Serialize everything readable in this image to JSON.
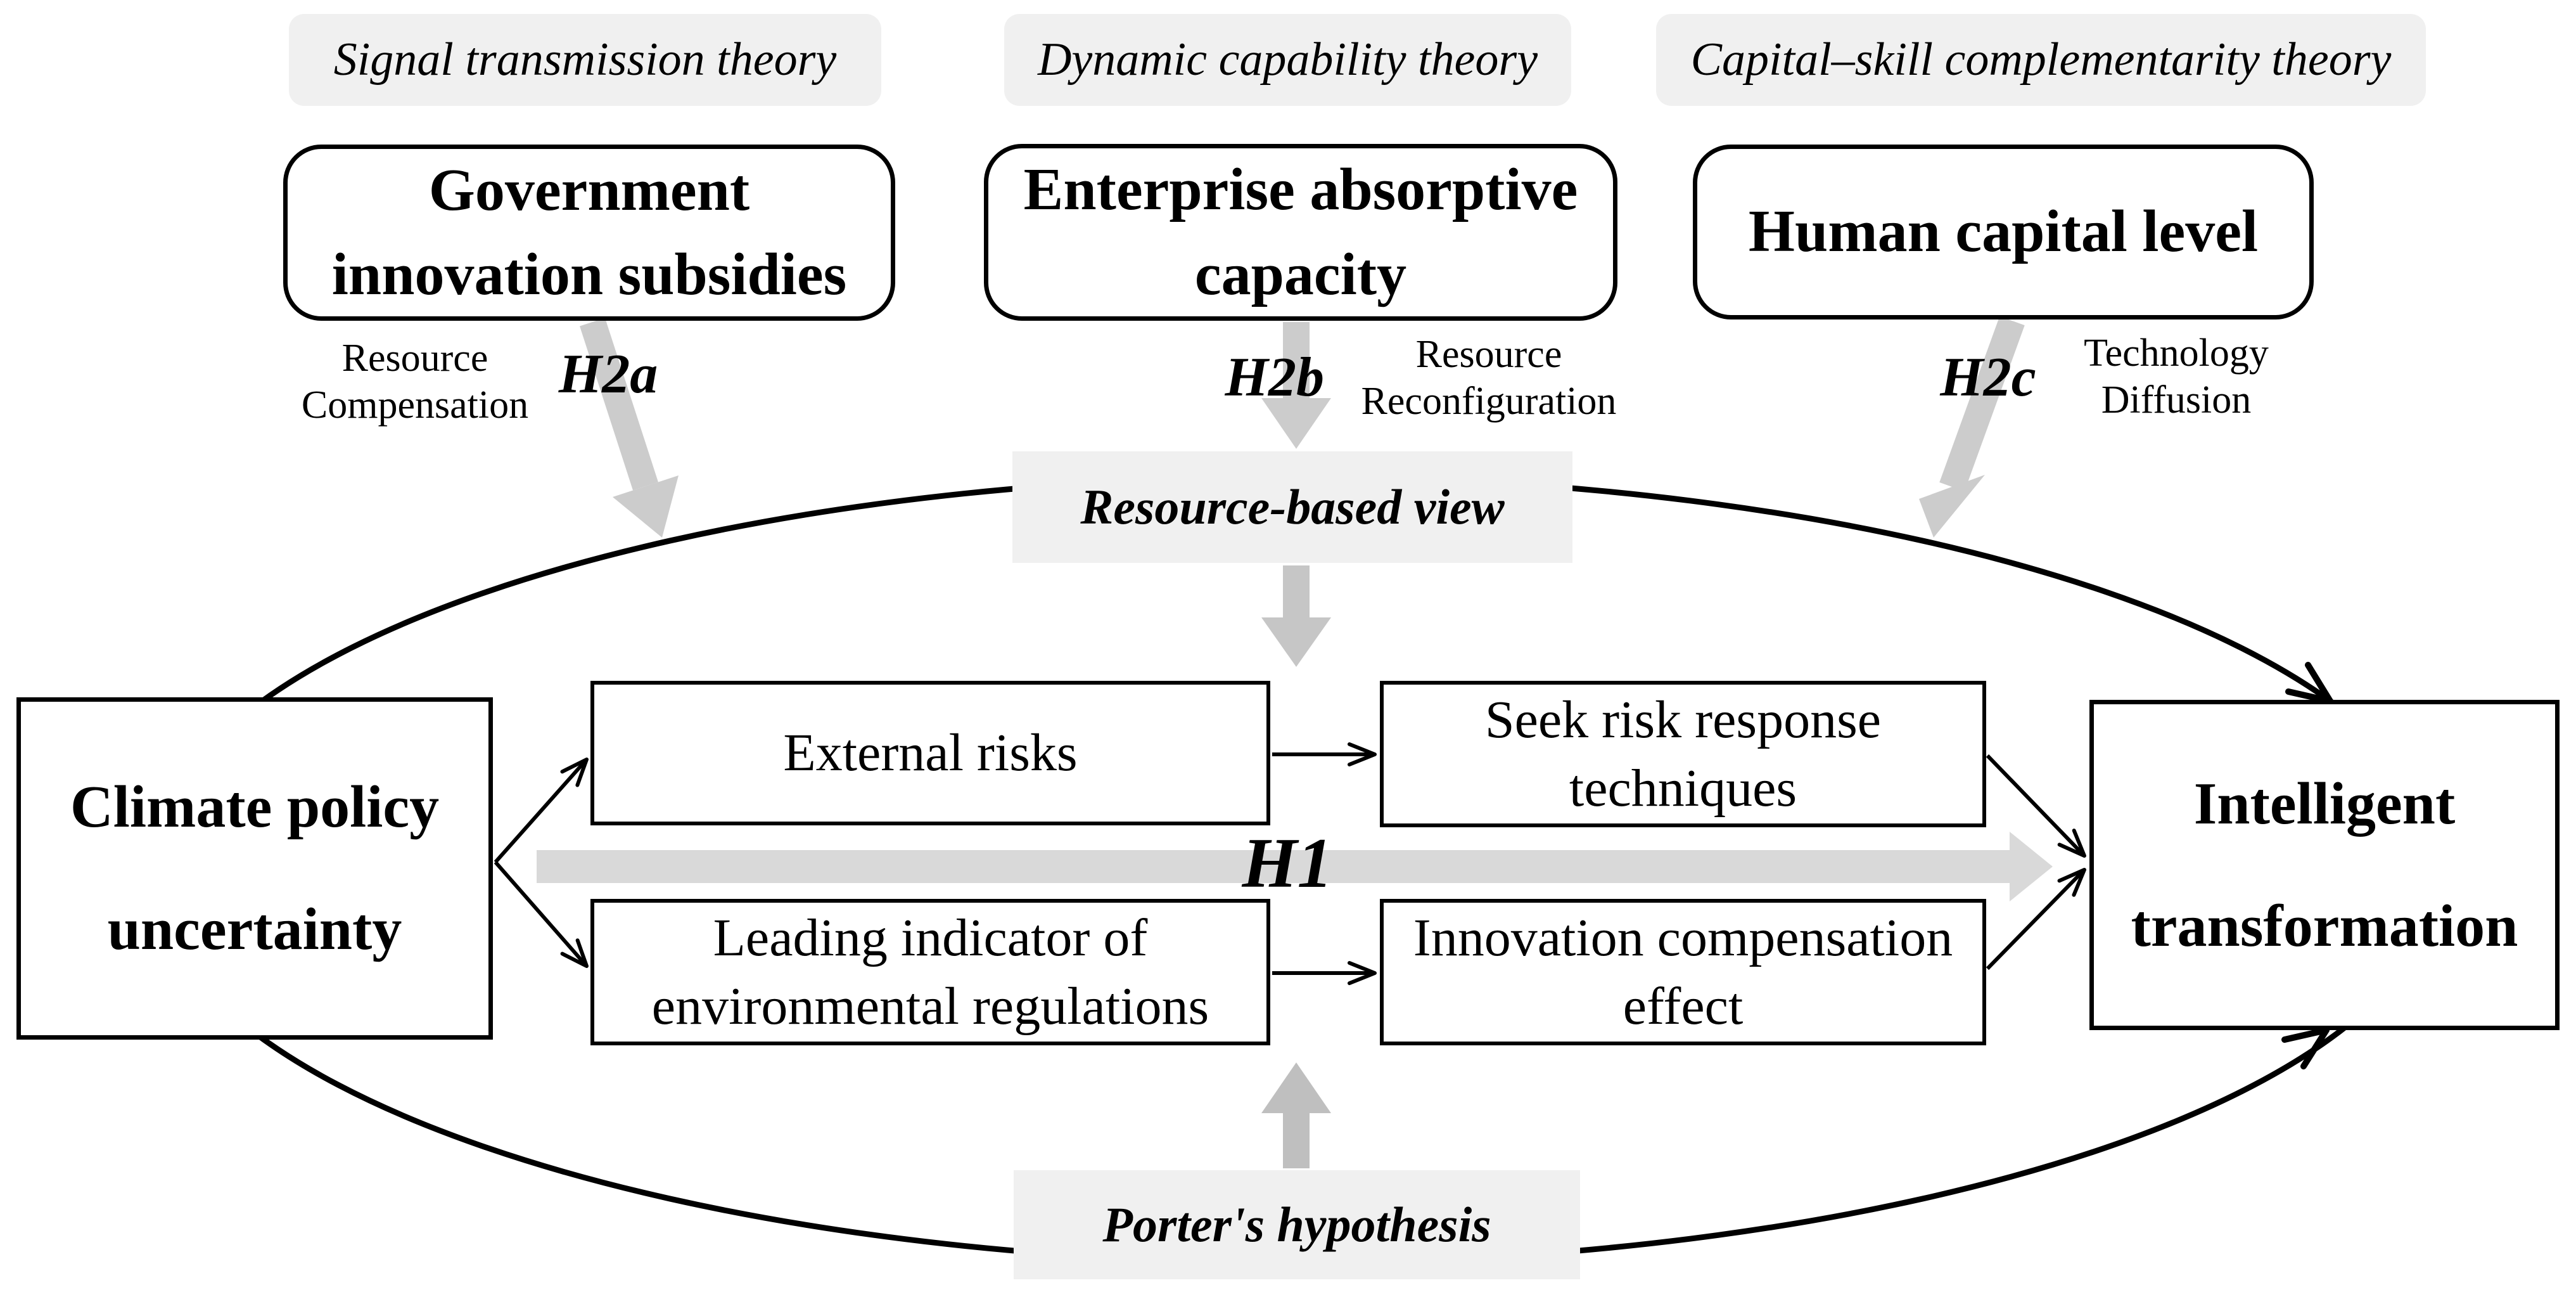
{
  "figure": {
    "theory_labels": [
      {
        "id": "signal-transmission",
        "label": "Signal transmission theory"
      },
      {
        "id": "dynamic-capability",
        "label": "Dynamic capability theory"
      },
      {
        "id": "capital-skill",
        "label": "Capital–skill complementarity theory"
      }
    ],
    "moderators": [
      {
        "id": "government-subsidies",
        "title": "Government innovation subsidies",
        "hypothesis": "H2a",
        "mechanism": "Resource Compensation"
      },
      {
        "id": "absorptive-capacity",
        "title": "Enterprise absorptive capacity",
        "hypothesis": "H2b",
        "mechanism": "Resource Reconfiguration"
      },
      {
        "id": "human-capital",
        "title": "Human capital level",
        "hypothesis": "H2c",
        "mechanism": "Technology Diffusion"
      }
    ],
    "views": {
      "resource_based": "Resource-based view",
      "porter": "Porter's hypothesis"
    },
    "independent_variable": "Climate policy uncertainty",
    "dependent_variable": "Intelligent transformation",
    "main_hypothesis": "H1",
    "mediation": {
      "external_risks": "External risks",
      "seek_risk_response": "Seek risk response techniques",
      "leading_indicator": "Leading indicator of environmental regulations",
      "innovation_compensation": "Innovation compensation effect"
    },
    "colors": {
      "panel_gray": "#f0f0f0",
      "arrow_gray": "#cccccc",
      "band_gray": "#d9d9d9",
      "line_black": "#000000"
    }
  }
}
